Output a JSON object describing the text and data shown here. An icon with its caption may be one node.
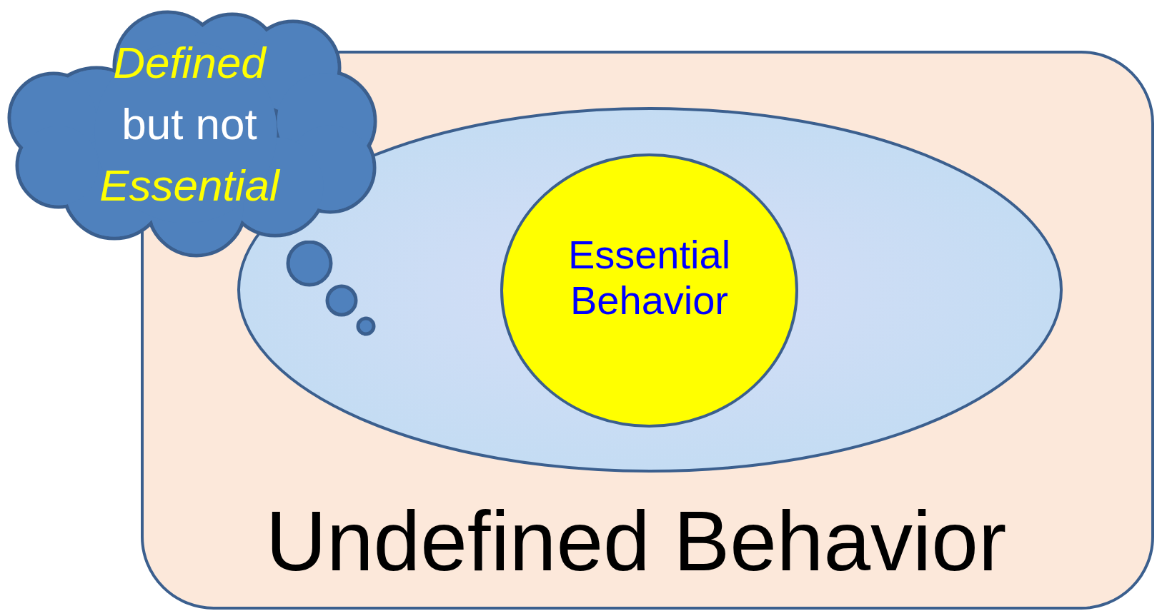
{
  "diagram": {
    "nodes": [
      {
        "text": [
          "Undefined Behavior"
        ]
      },
      {
        "text": [],
        "shape": "ellipse",
        "in": 0
      },
      {
        "text": [
          "Essential Behavior"
        ],
        "in": 1
      },
      {
        "text": [
          "*Defined* but not *Essential*"
        ]
      }
    ]
  }
}
